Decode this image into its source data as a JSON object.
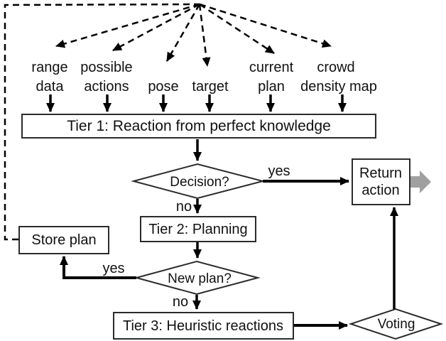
{
  "diagram": {
    "title": "Tiered reaction-planning flowchart",
    "colors": {
      "background": "#ffffff",
      "line": "#000000",
      "gray_arrow_fill": "#a0a0a0",
      "gray_arrow_stroke": "#8c8c8c"
    },
    "inputs": [
      {
        "lines": [
          "range",
          "data"
        ]
      },
      {
        "lines": [
          "possible",
          "actions"
        ]
      },
      {
        "lines": [
          "pose"
        ]
      },
      {
        "lines": [
          "target"
        ]
      },
      {
        "lines": [
          "current",
          "plan"
        ]
      },
      {
        "lines": [
          "crowd",
          "density map"
        ]
      }
    ],
    "nodes": {
      "tier1": {
        "label": "Tier 1: Reaction from perfect knowledge"
      },
      "tier2": {
        "label": "Tier 2: Planning"
      },
      "tier3": {
        "label": "Tier 3: Heuristic reactions"
      },
      "store_plan": {
        "label": "Store plan"
      },
      "return_action": {
        "lines": [
          "Return",
          "action"
        ]
      },
      "decision": {
        "label": "Decision?"
      },
      "new_plan": {
        "label": "New plan?"
      },
      "voting": {
        "label": "Voting"
      }
    },
    "edge_labels": {
      "decision_yes": "yes",
      "decision_no": "no",
      "new_plan_yes": "yes",
      "new_plan_no": "no"
    }
  }
}
